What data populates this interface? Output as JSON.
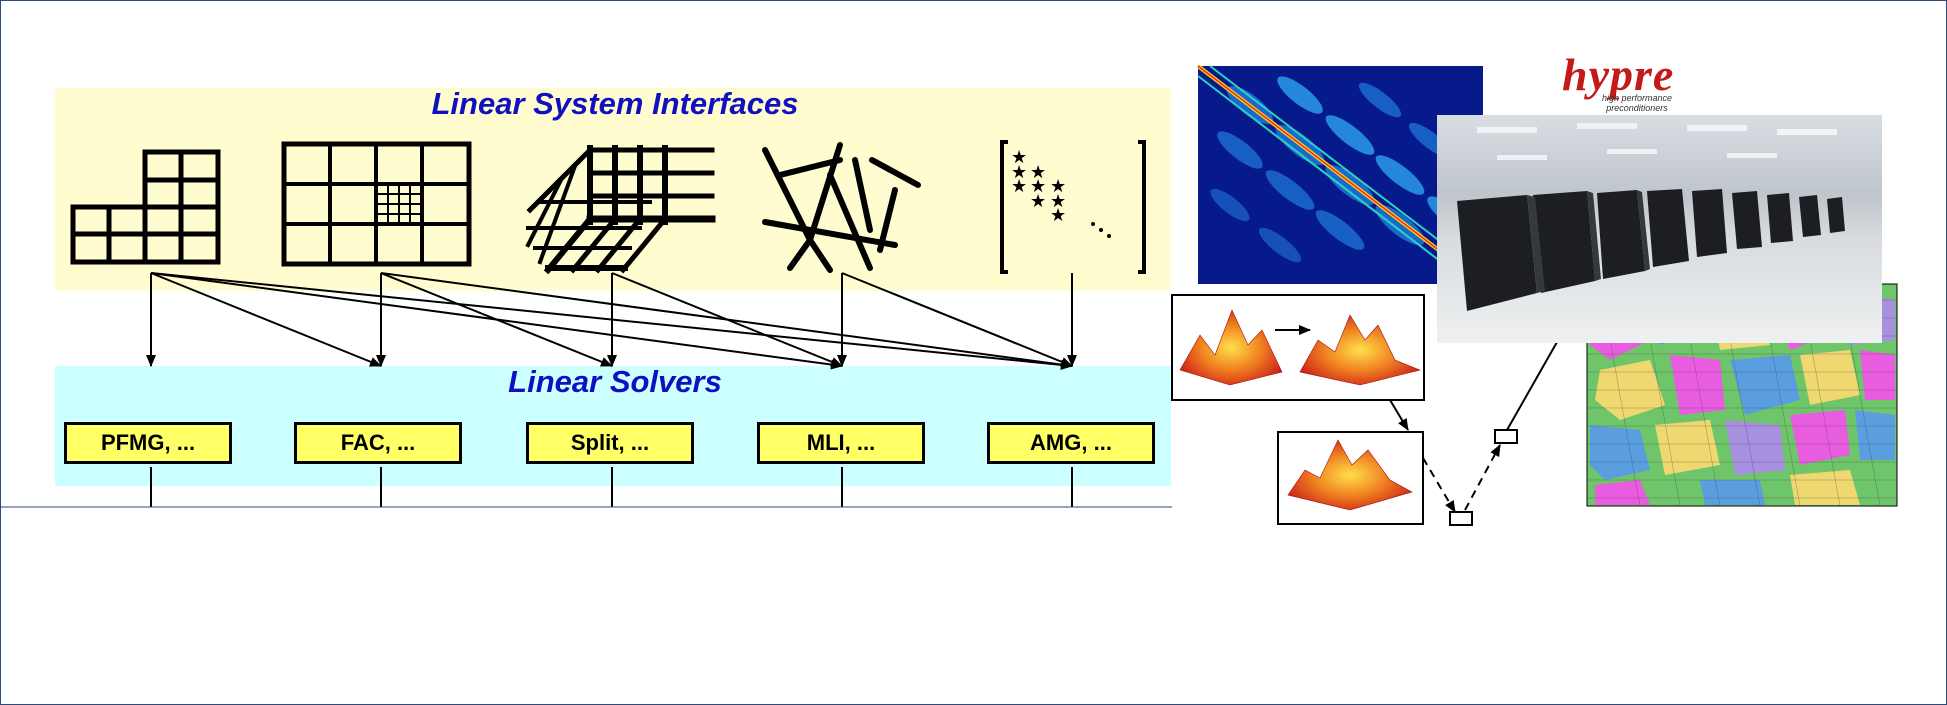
{
  "top_band": {
    "title": "Linear System Interfaces"
  },
  "middle_band": {
    "title": "Linear Solvers"
  },
  "solvers": [
    {
      "label": "PFMG, ..."
    },
    {
      "label": "FAC, ..."
    },
    {
      "label": "Split, ..."
    },
    {
      "label": "MLI, ..."
    },
    {
      "label": "AMG, ..."
    }
  ],
  "logo": {
    "word": "hypre",
    "tagline_1": "high performance",
    "tagline_2": "preconditioners"
  },
  "interfaces": [
    {
      "icon": "structured-grid-icon"
    },
    {
      "icon": "semi-structured-grid-icon"
    },
    {
      "icon": "3d-grid-icon"
    },
    {
      "icon": "unstructured-mesh-icon"
    },
    {
      "icon": "sparse-matrix-icon"
    }
  ],
  "colors": {
    "top_band": "#fffdd0",
    "middle_band": "#ccffff",
    "title": "#1010c0",
    "solver_box": "#ffff66",
    "logo": "#c41a1a"
  }
}
